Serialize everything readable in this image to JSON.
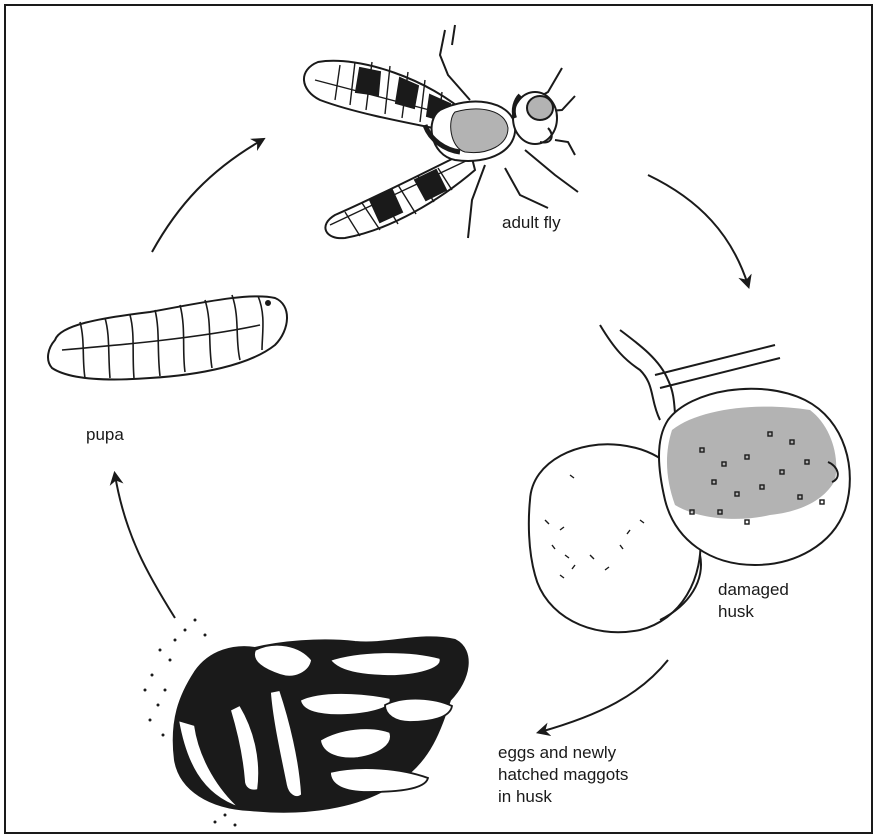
{
  "labels": {
    "adult": "adult fly",
    "pupa": "pupa",
    "husk": "damaged\nhusk",
    "eggs": "eggs and newly\nhatched maggots\nin husk"
  },
  "colors": {
    "ink": "#1a1a1a",
    "shade": "#b3b3b3",
    "paper": "#ffffff"
  },
  "arrows": [
    {
      "from": "pupa",
      "to": "adult fly"
    },
    {
      "from": "adult fly",
      "to": "damaged husk"
    },
    {
      "from": "damaged husk",
      "to": "eggs and newly hatched maggots in husk"
    },
    {
      "from": "eggs and newly hatched maggots in husk",
      "to": "pupa"
    }
  ]
}
